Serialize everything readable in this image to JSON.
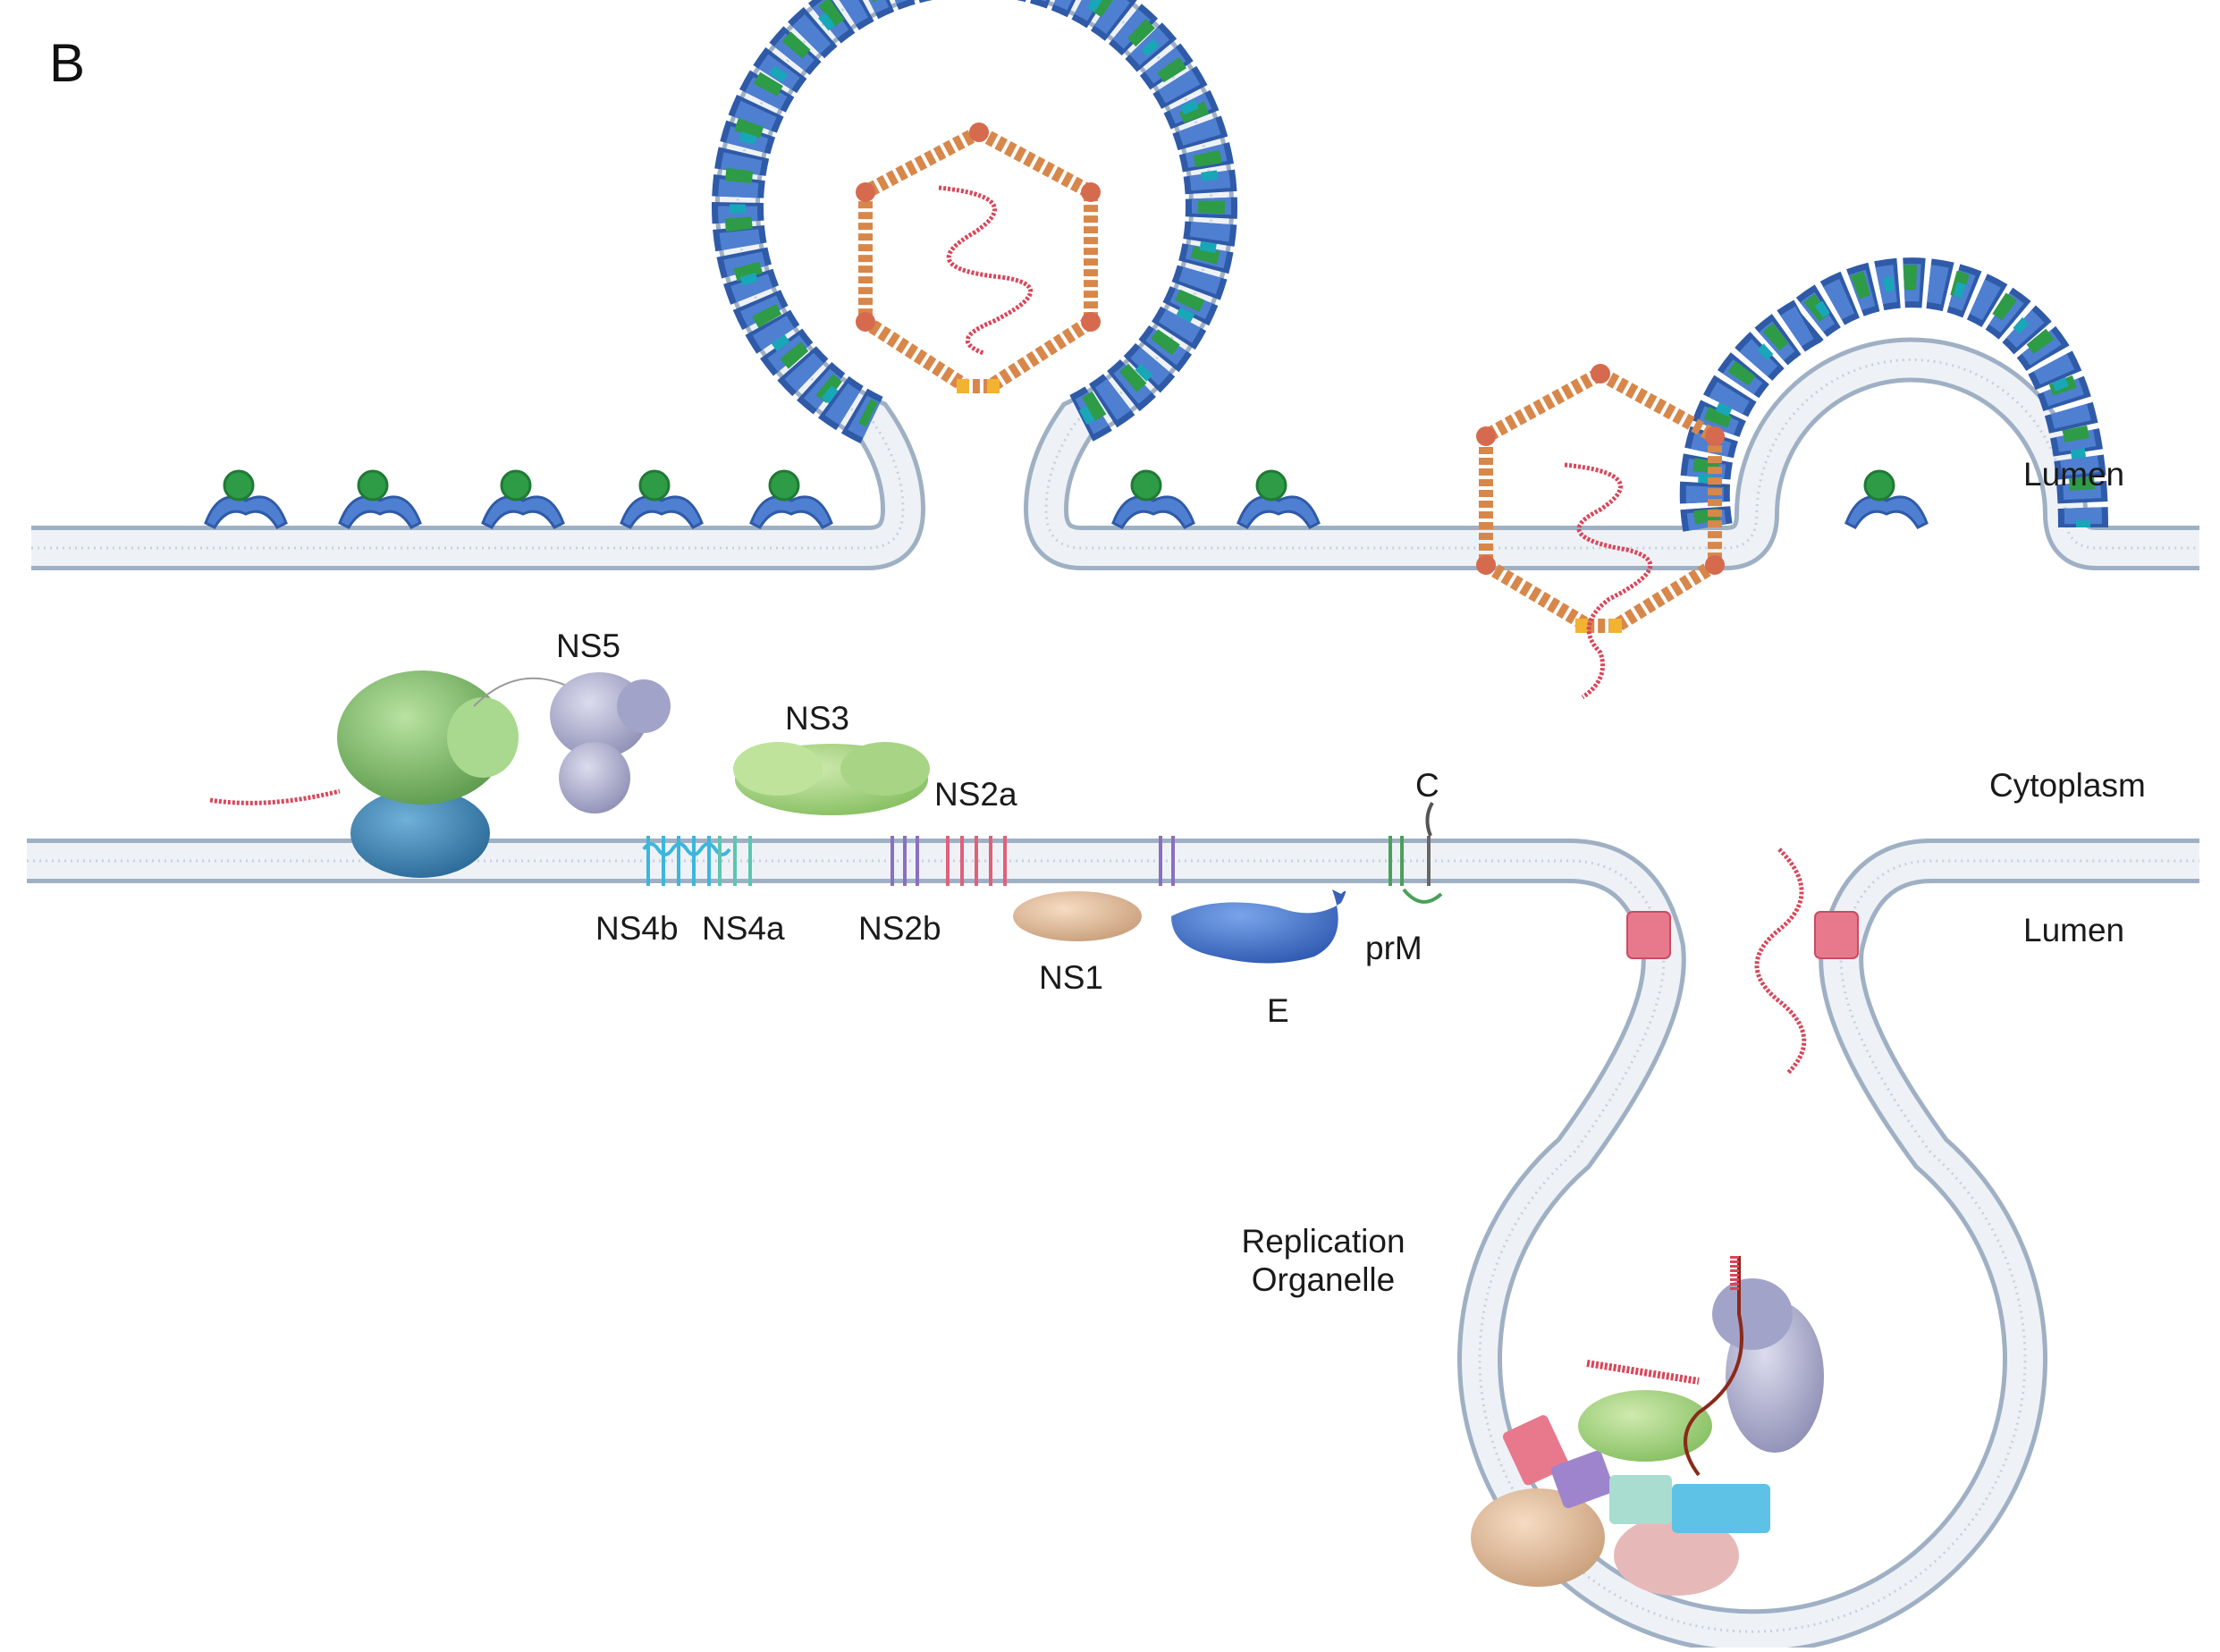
{
  "panel_letter": "B",
  "compartments": {
    "lumen_top": "Lumen",
    "cytoplasm": "Cytoplasm",
    "lumen_bottom": "Lumen"
  },
  "proteins": {
    "ns5": "NS5",
    "ns3": "NS3",
    "ns2a": "NS2a",
    "ns2b": "NS2b",
    "ns4b": "NS4b",
    "ns4a": "NS4a",
    "ns1": "NS1",
    "e": "E",
    "prm": "prM",
    "c": "C"
  },
  "replication_organelle": {
    "line1": "Replication",
    "line2": "Organelle"
  },
  "colors": {
    "membrane": "#a7b6c8",
    "membrane_inner": "#eef2f7",
    "e_protein": "#4f7fd0",
    "e_protein_dark": "#2f5aa8",
    "prm_green": "#2e9b46",
    "cyan": "#18a7b8",
    "capsid": "#d8874a",
    "capsid_vertex": "#d66a4e",
    "rna": "#d9465a",
    "ns5": "#b7b8d6",
    "ns3": "#9ccf7a",
    "ns1": "#e9c3a1",
    "ns4b": "#3cb6dc",
    "ns4a": "#5cc6b0",
    "ns2b": "#8a6fc0",
    "ns2a": "#e0607a",
    "ribosome_large": "#7fb06a",
    "ribosome_small": "#3a7fb0",
    "pore": "#e8798c"
  }
}
